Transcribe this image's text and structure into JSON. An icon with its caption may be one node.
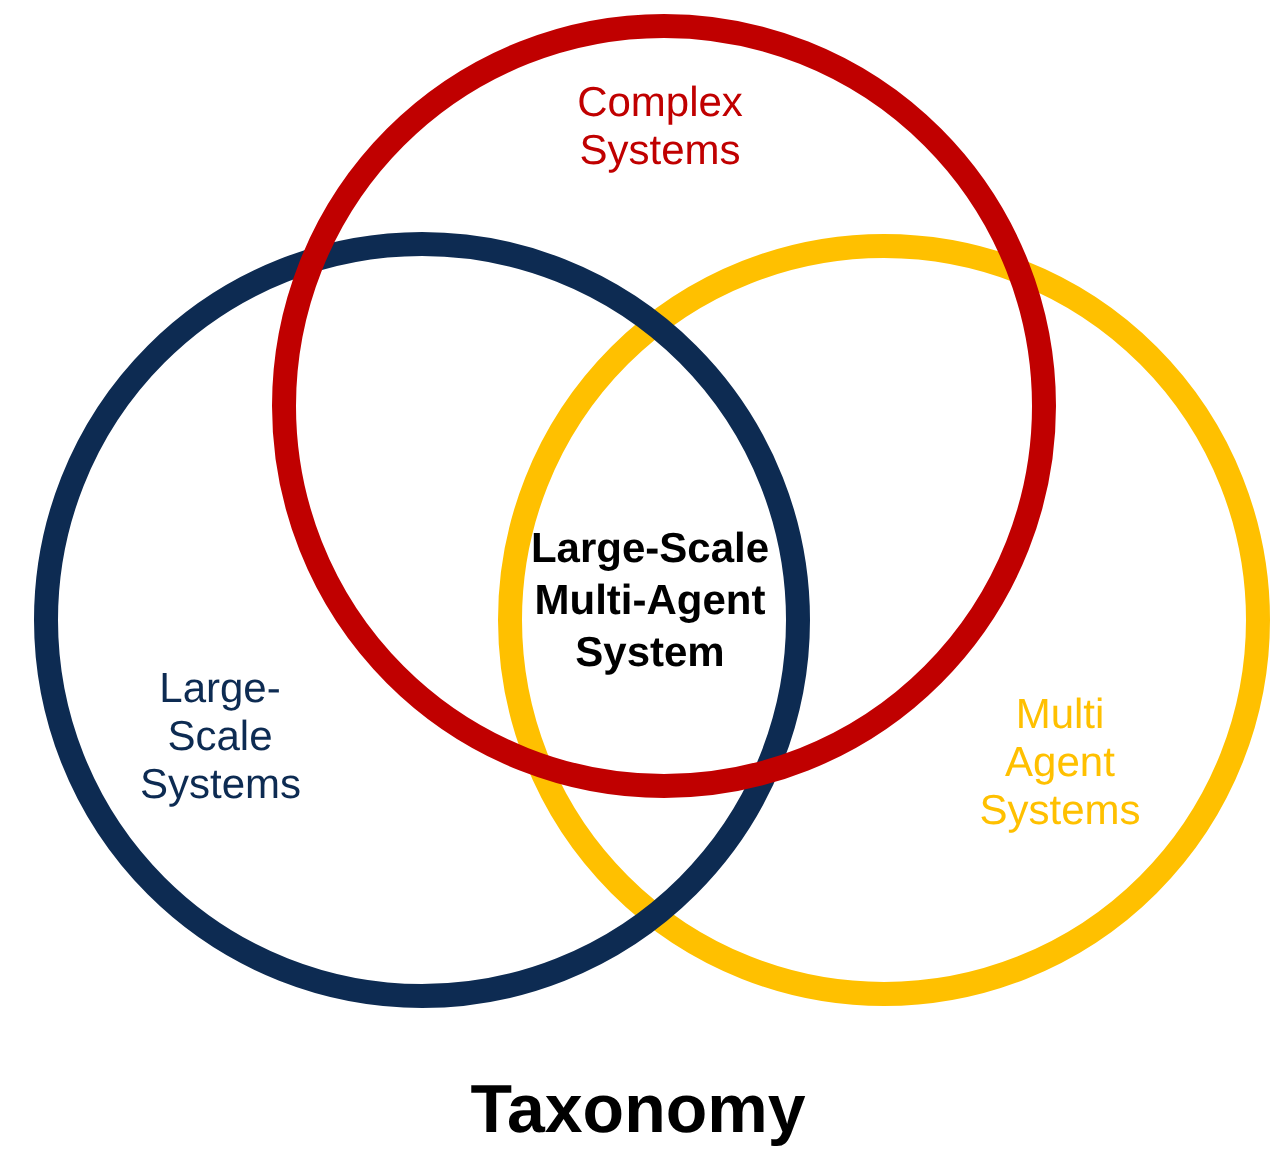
{
  "diagram": {
    "title": "Taxonomy",
    "nodes": [
      {
        "text": [
          "Complex Systems"
        ]
      },
      {
        "text": [
          "Large-Scale Systems"
        ]
      },
      {
        "text": [
          "Multi Agent Systems"
        ]
      }
    ],
    "edges": [],
    "labels": [
      "Large-Scale Multi-Agent System"
    ]
  }
}
